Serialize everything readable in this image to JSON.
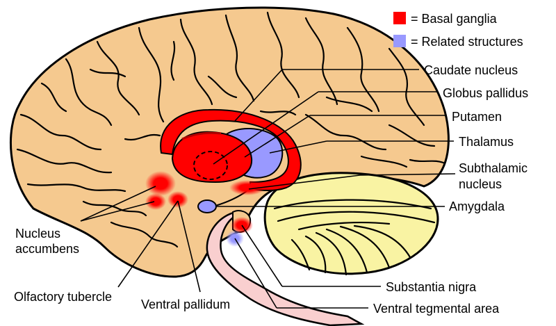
{
  "colors": {
    "basal_ganglia": "#ff0000",
    "related": "#9999ff",
    "brain": "#f5c98f",
    "cerebellum": "#f9f3a3",
    "brainstem": "#f9cfcf"
  },
  "legend": {
    "basal": "= Basal ganglia",
    "related": "= Related structures"
  },
  "labels": {
    "caudate": "Caudate nucleus",
    "globus": "Globus pallidus",
    "putamen": "Putamen",
    "thalamus": "Thalamus",
    "subthalamic_1": "Subthalamic",
    "subthalamic_2": "nucleus",
    "amygdala": "Amygdala",
    "accumbens_1": "Nucleus",
    "accumbens_2": "accumbens",
    "olfactory": "Olfactory tubercle",
    "ventral_pallidum": "Ventral pallidum",
    "substantia": "Substantia nigra",
    "vta": "Ventral tegmental area"
  }
}
